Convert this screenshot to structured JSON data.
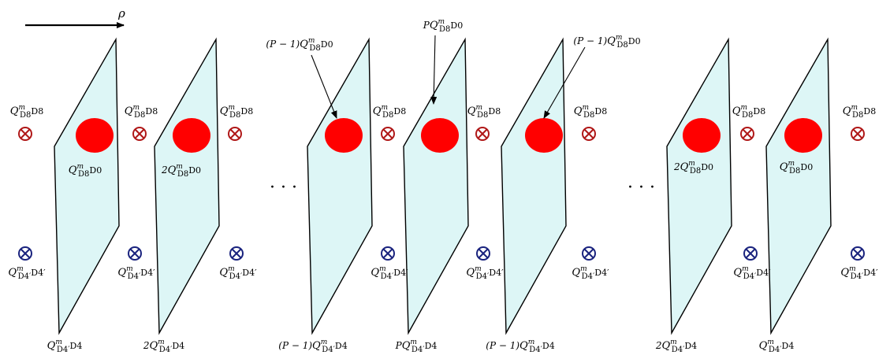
{
  "axis": {
    "label": "ρ"
  },
  "colors": {
    "brane_fill": "#ddf6f6",
    "brane_stroke": "#000000",
    "dot_fill": "#ff0000",
    "d8_marker": "#b01818",
    "d4_marker": "#1a237e"
  },
  "ellipsis": "· · ·",
  "branes": [
    {
      "d0_label": {
        "coef": "",
        "x": "Q",
        "sub": "D8",
        "sup": "m",
        "tail": "D0"
      },
      "bottom_label": {
        "coef": "",
        "x": "Q",
        "sub": "D4′",
        "sup": "m",
        "tail": "D4"
      }
    },
    {
      "d0_label": {
        "coef": "2",
        "x": "Q",
        "sub": "D8",
        "sup": "m",
        "tail": "D0"
      },
      "bottom_label": {
        "coef": "2",
        "x": "Q",
        "sub": "D4′",
        "sup": "m",
        "tail": "D4"
      }
    },
    {
      "d0_label": {
        "coef": "(P − 1)",
        "x": "Q",
        "sub": "D8",
        "sup": "m",
        "tail": "D0"
      },
      "bottom_label": {
        "coef": "(P − 1)",
        "x": "Q",
        "sub": "D4′",
        "sup": "m",
        "tail": "D4"
      }
    },
    {
      "d0_label": {
        "coef": "P",
        "x": "Q",
        "sub": "D8",
        "sup": "m",
        "tail": "D0"
      },
      "bottom_label": {
        "coef": "P",
        "x": "Q",
        "sub": "D4′",
        "sup": "m",
        "tail": "D4"
      }
    },
    {
      "d0_label": {
        "coef": "(P − 1)",
        "x": "Q",
        "sub": "D8",
        "sup": "m",
        "tail": "D0"
      },
      "bottom_label": {
        "coef": "(P − 1)",
        "x": "Q",
        "sub": "D4′",
        "sup": "m",
        "tail": "D4"
      }
    },
    {
      "d0_label": {
        "coef": "2",
        "x": "Q",
        "sub": "D8",
        "sup": "m",
        "tail": "D0"
      },
      "bottom_label": {
        "coef": "2",
        "x": "Q",
        "sub": "D4′",
        "sup": "m",
        "tail": "D4"
      }
    },
    {
      "d0_label": {
        "coef": "",
        "x": "Q",
        "sub": "D8",
        "sup": "m",
        "tail": "D0"
      },
      "bottom_label": {
        "coef": "",
        "x": "Q",
        "sub": "D4′",
        "sup": "m",
        "tail": "D4"
      }
    }
  ],
  "d8_label": {
    "coef": "",
    "x": "Q",
    "sub": "D8",
    "sup": "m",
    "tail": "D8"
  },
  "d4_label": {
    "coef": "",
    "x": "Q",
    "sub": "D4′",
    "sup": "m",
    "tail": "D4′"
  }
}
